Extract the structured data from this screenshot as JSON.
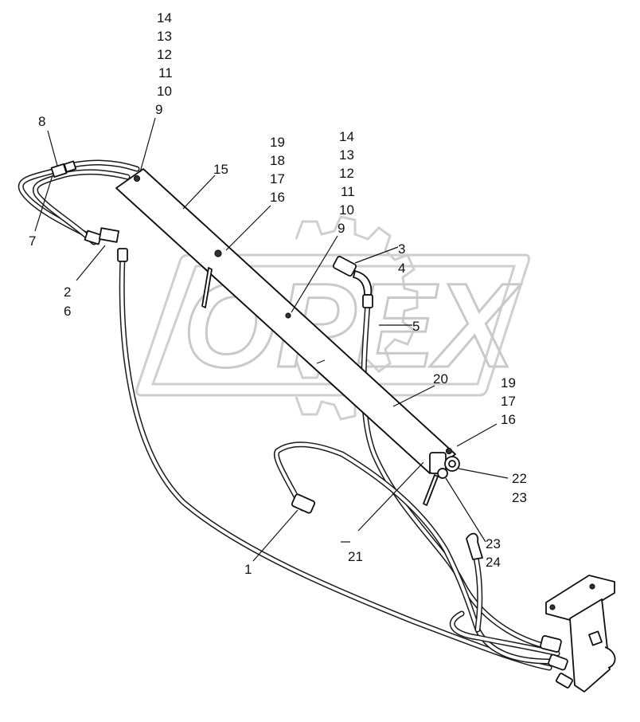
{
  "watermark": {
    "text": "OPEX",
    "color": "#c9c9c9"
  },
  "callouts": {
    "top_left_stack": [
      "14",
      "13",
      "12",
      "11",
      "10",
      "9"
    ],
    "mid_stack_a": [
      "19",
      "18",
      "17",
      "16"
    ],
    "mid_stack_b": [
      "14",
      "13",
      "12",
      "11",
      "10",
      "9"
    ],
    "right_stack_a": [
      "19",
      "17",
      "16"
    ],
    "item_1": "1",
    "item_2": "2",
    "item_3": "3",
    "item_4": "4",
    "item_5": "5",
    "item_6": "6",
    "item_7": "7",
    "item_8": "8",
    "item_15": "15",
    "item_20": "20",
    "item_21": "21",
    "item_22": "22",
    "item_23a": "23",
    "item_23b": "23",
    "item_24": "24"
  }
}
